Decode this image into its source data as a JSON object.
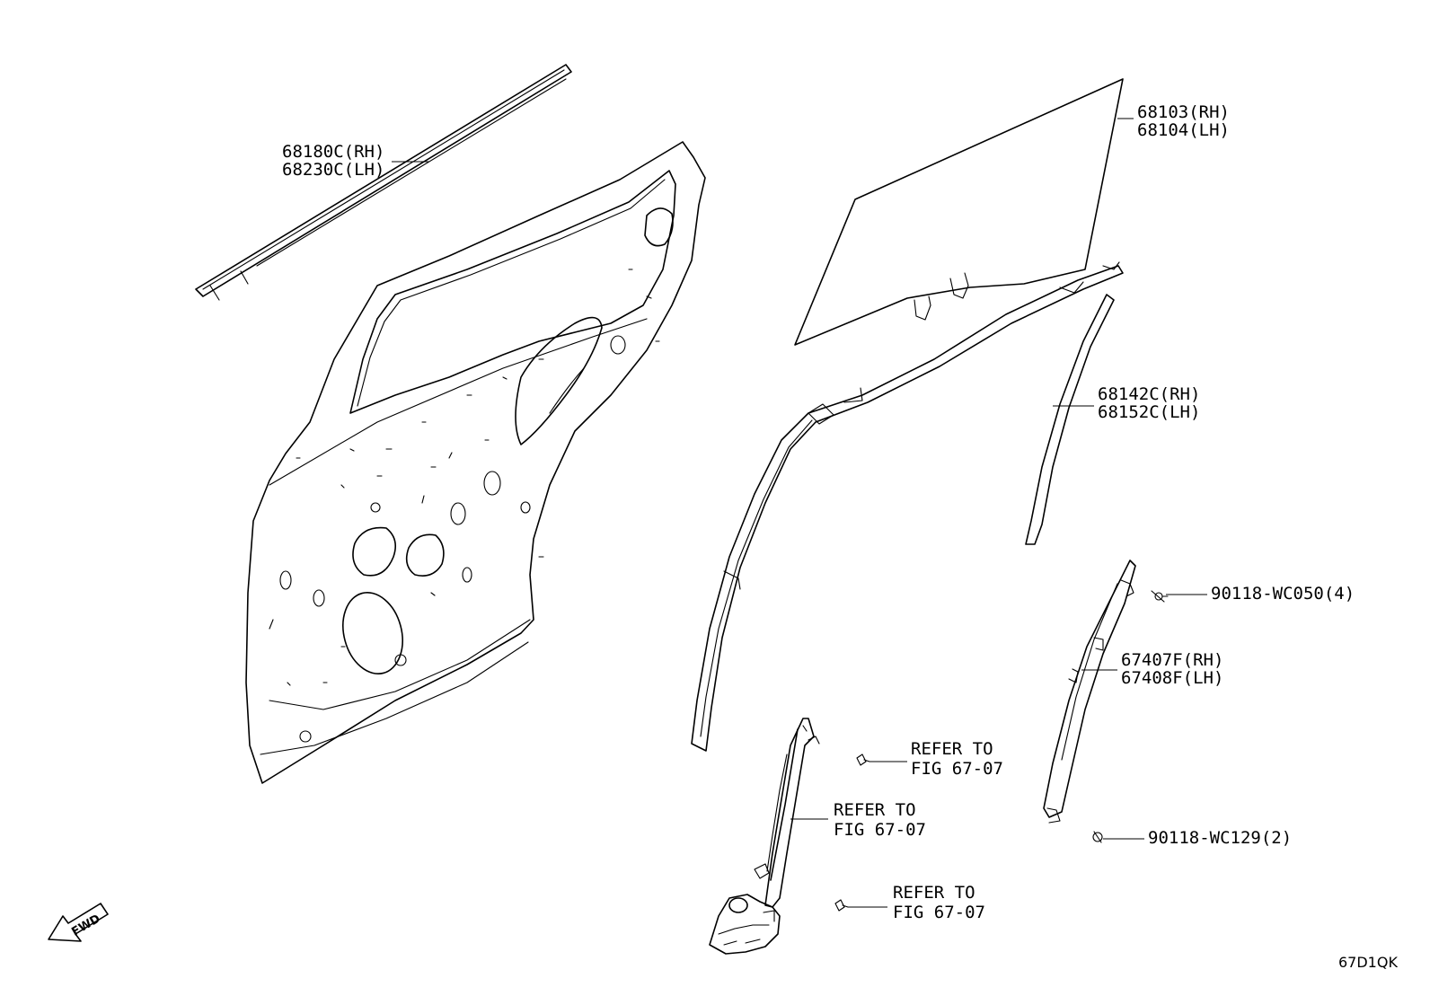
{
  "labels": {
    "outer_belt_moulding_rh": "68180C(RH)",
    "outer_belt_moulding_lh": "68230C(LH)",
    "door_glass_rh": "68103(RH)",
    "door_glass_lh": "68104(LH)",
    "glass_run_rh": "68142C(RH)",
    "glass_run_lh": "68152C(LH)",
    "screw_1": "90118-WC050(4)",
    "channel_rh": "67407F(RH)",
    "channel_lh": "67408F(LH)",
    "screw_2": "90118-WC129(2)",
    "refer_a_line1": "REFER TO",
    "refer_a_line2": "FIG 67-07",
    "refer_b_line1": "REFER TO",
    "refer_b_line2": "FIG 67-07",
    "refer_c_line1": "REFER TO",
    "refer_c_line2": "FIG 67-07",
    "fwd_arrow": "FWD",
    "diagram_id": "67D1QK"
  },
  "colors": {
    "line": "#000000",
    "background": "#ffffff"
  }
}
